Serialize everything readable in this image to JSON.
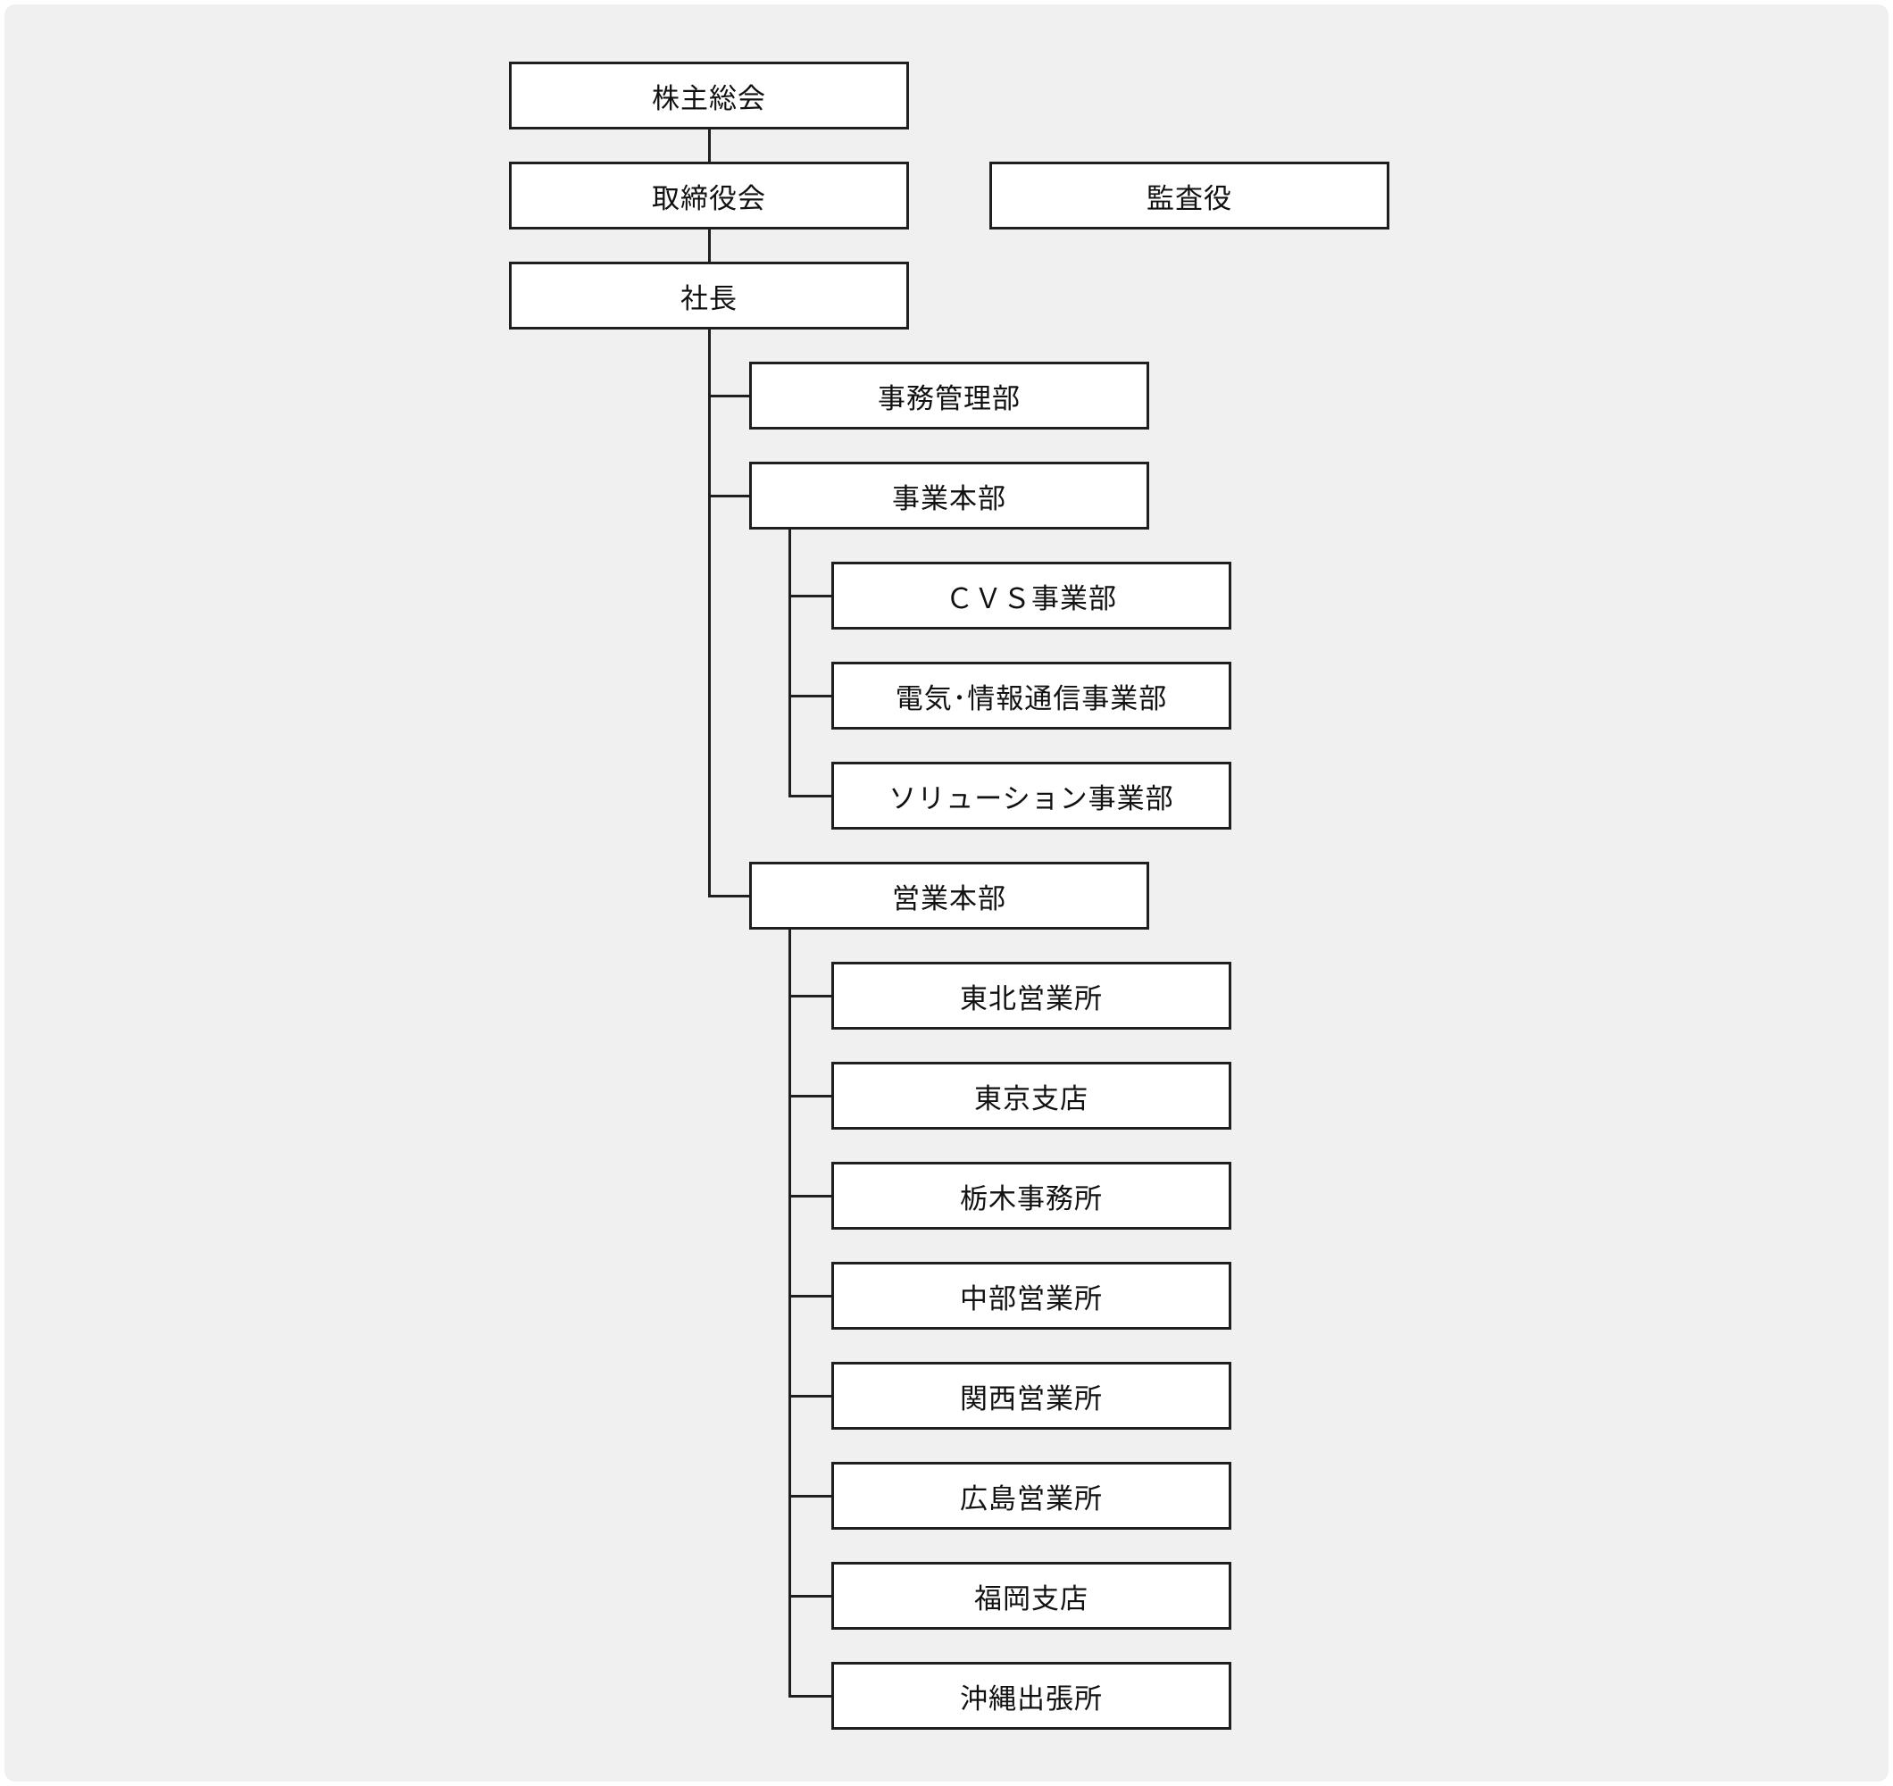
{
  "colors": {
    "page_background": "#ffffff",
    "canvas_background": "#f0f0f0",
    "node_background": "#ffffff",
    "node_border": "#1f1f1f",
    "connector": "#1f1f1f",
    "text": "#111111"
  },
  "org": {
    "governance_chain": [
      "株主総会",
      "取締役会",
      "社長"
    ],
    "auditor": "監査役",
    "president_departments": [
      {
        "label": "事務管理部",
        "children": []
      },
      {
        "label": "事業本部",
        "children": [
          "ＣＶＳ事業部",
          "電気･情報通信事業部",
          "ソリューション事業部"
        ]
      },
      {
        "label": "営業本部",
        "children": [
          "東北営業所",
          "東京支店",
          "栃木事務所",
          "中部営業所",
          "関西営業所",
          "広島営業所",
          "福岡支店",
          "沖縄出張所"
        ]
      }
    ]
  }
}
